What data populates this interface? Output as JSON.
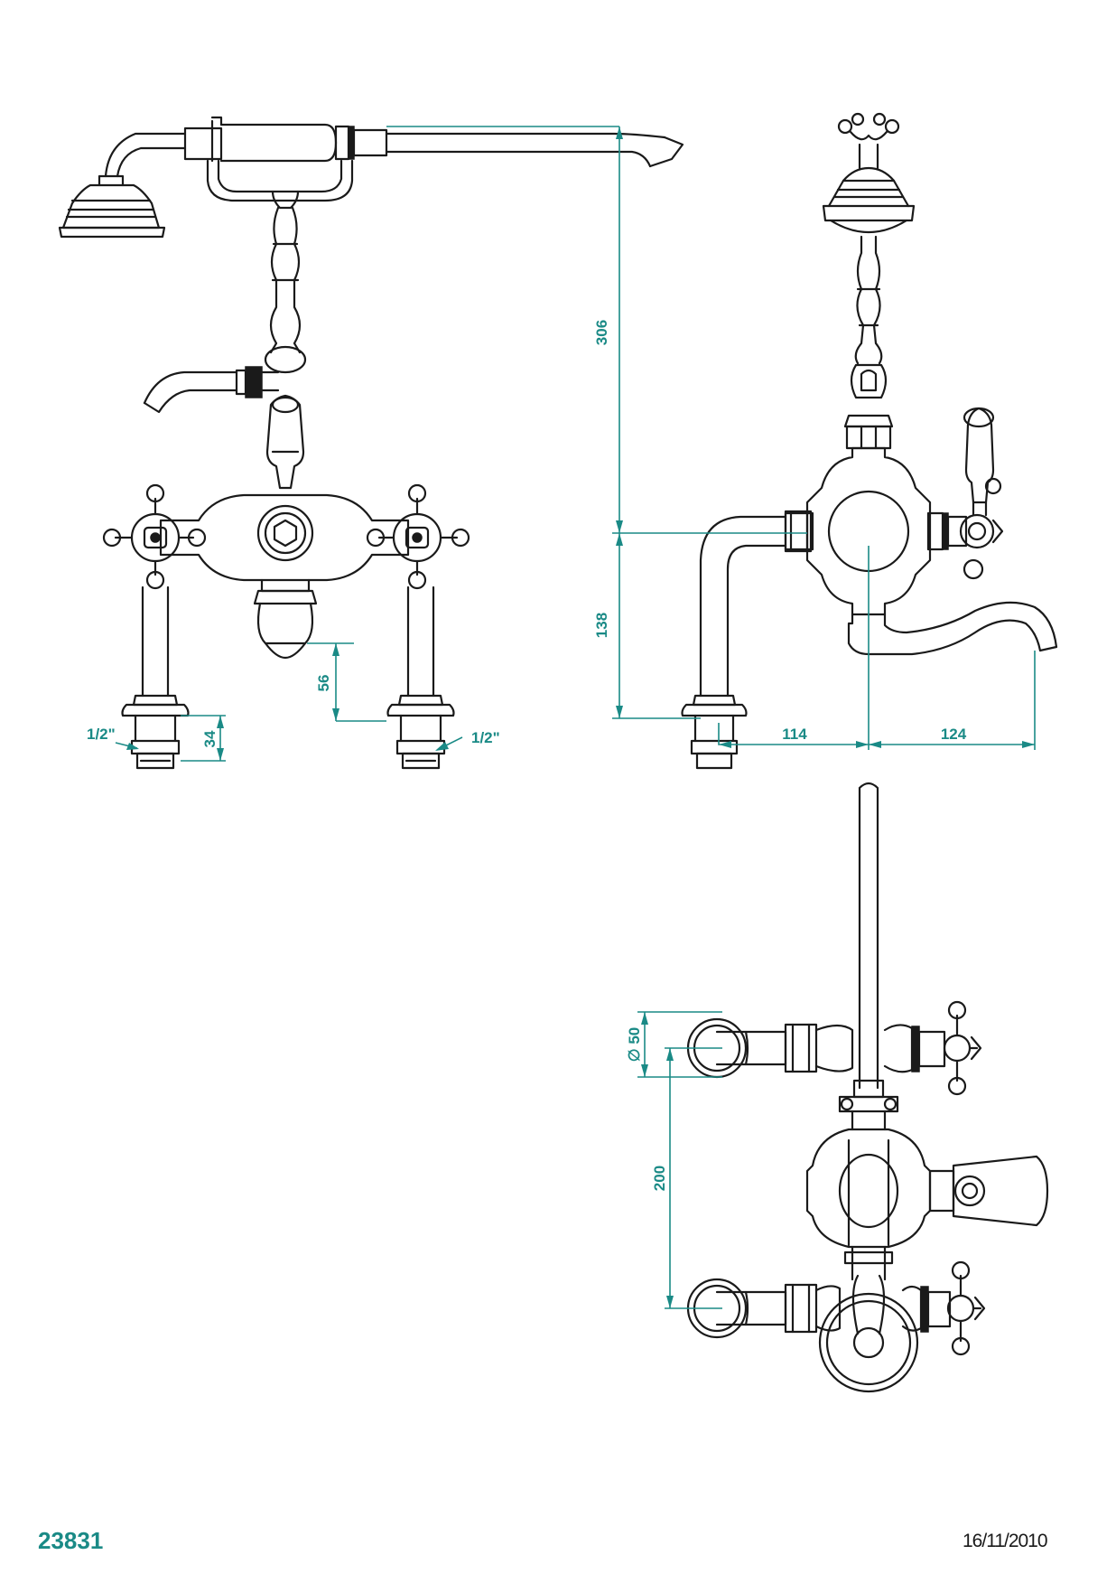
{
  "drawing": {
    "code": "23831",
    "date": "16/11/2010",
    "accent_color": "#1a8a86",
    "line_color": "#1a1a1a"
  },
  "dimensions": {
    "height_total": "306",
    "height_lower": "138",
    "spout_reach_a": "114",
    "spout_reach_b": "124",
    "outlet_drop": "56",
    "tail_length": "34",
    "thread_left": "1/2\"",
    "thread_right": "1/2\"",
    "wall_diameter": "∅ 50",
    "centers": "200"
  }
}
